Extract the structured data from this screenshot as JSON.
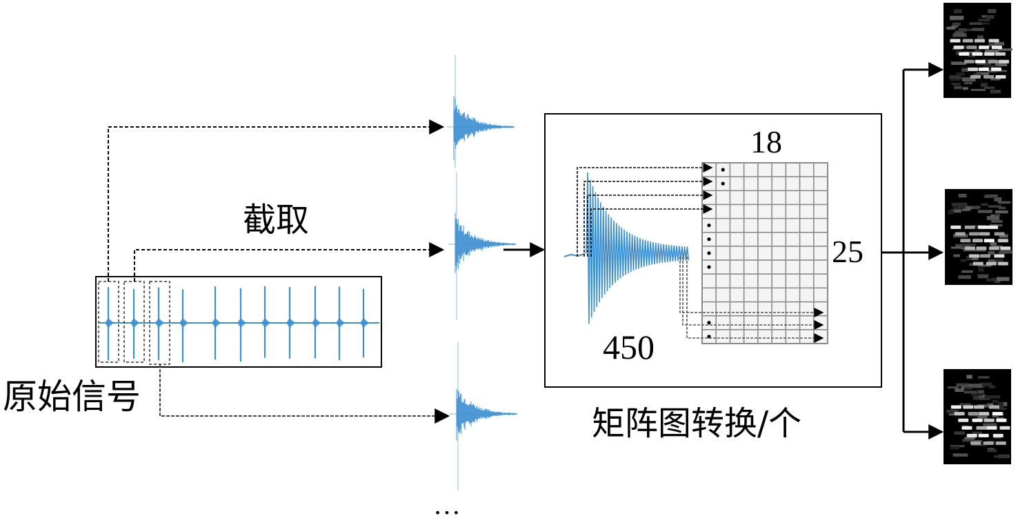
{
  "labels": {
    "raw_signal": "原始信号",
    "extract": "截取",
    "matrix_conversion": "矩阵图转换/个",
    "width": "18",
    "height": "25",
    "length": "450",
    "ellipsis": "…"
  },
  "colors": {
    "waveform": "#3b8ed0",
    "waveform_light": "#9cc6e8",
    "line": "#000000",
    "grid": "#8a8a8a",
    "image_bg": "#000000"
  }
}
